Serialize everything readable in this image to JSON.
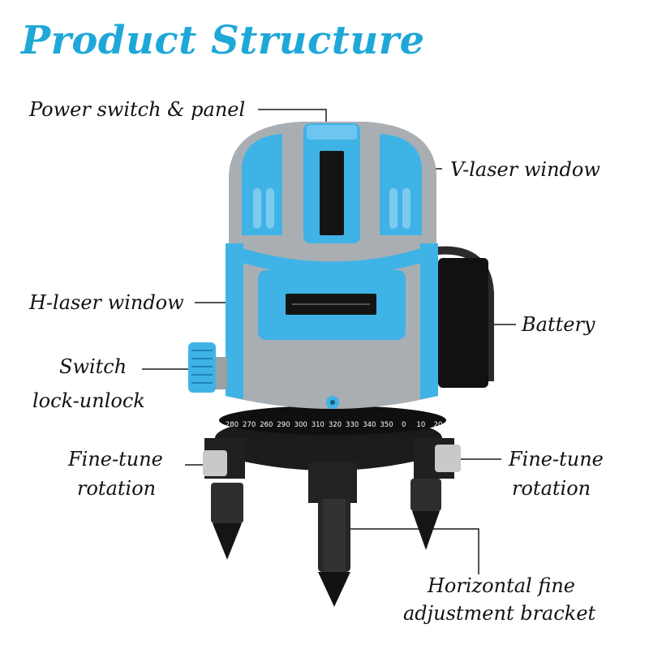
{
  "title": "Product Structure",
  "labels": {
    "power": "Power switch & panel",
    "vlaser": "V-laser window",
    "hlaser": "H-laser window",
    "battery": "Battery",
    "switch_line1": "Switch",
    "switch_line2": "lock-unlock",
    "finetune_left_1": "Fine-tune",
    "finetune_left_2": "rotation",
    "finetune_right_1": "Fine-tune",
    "finetune_right_2": "rotation",
    "bracket_1": "Horizontal fine",
    "bracket_2": "adjustment bracket"
  },
  "dial_ticks": [
    "280",
    "270",
    "260",
    "290",
    "300",
    "310",
    "320",
    "330",
    "340",
    "350",
    "0",
    "10",
    "20"
  ],
  "colors": {
    "accent": "#1ea8d8",
    "body_blue": "#3fb3e6",
    "gray": "#a9aeb2",
    "dark": "#1c1c1c"
  }
}
